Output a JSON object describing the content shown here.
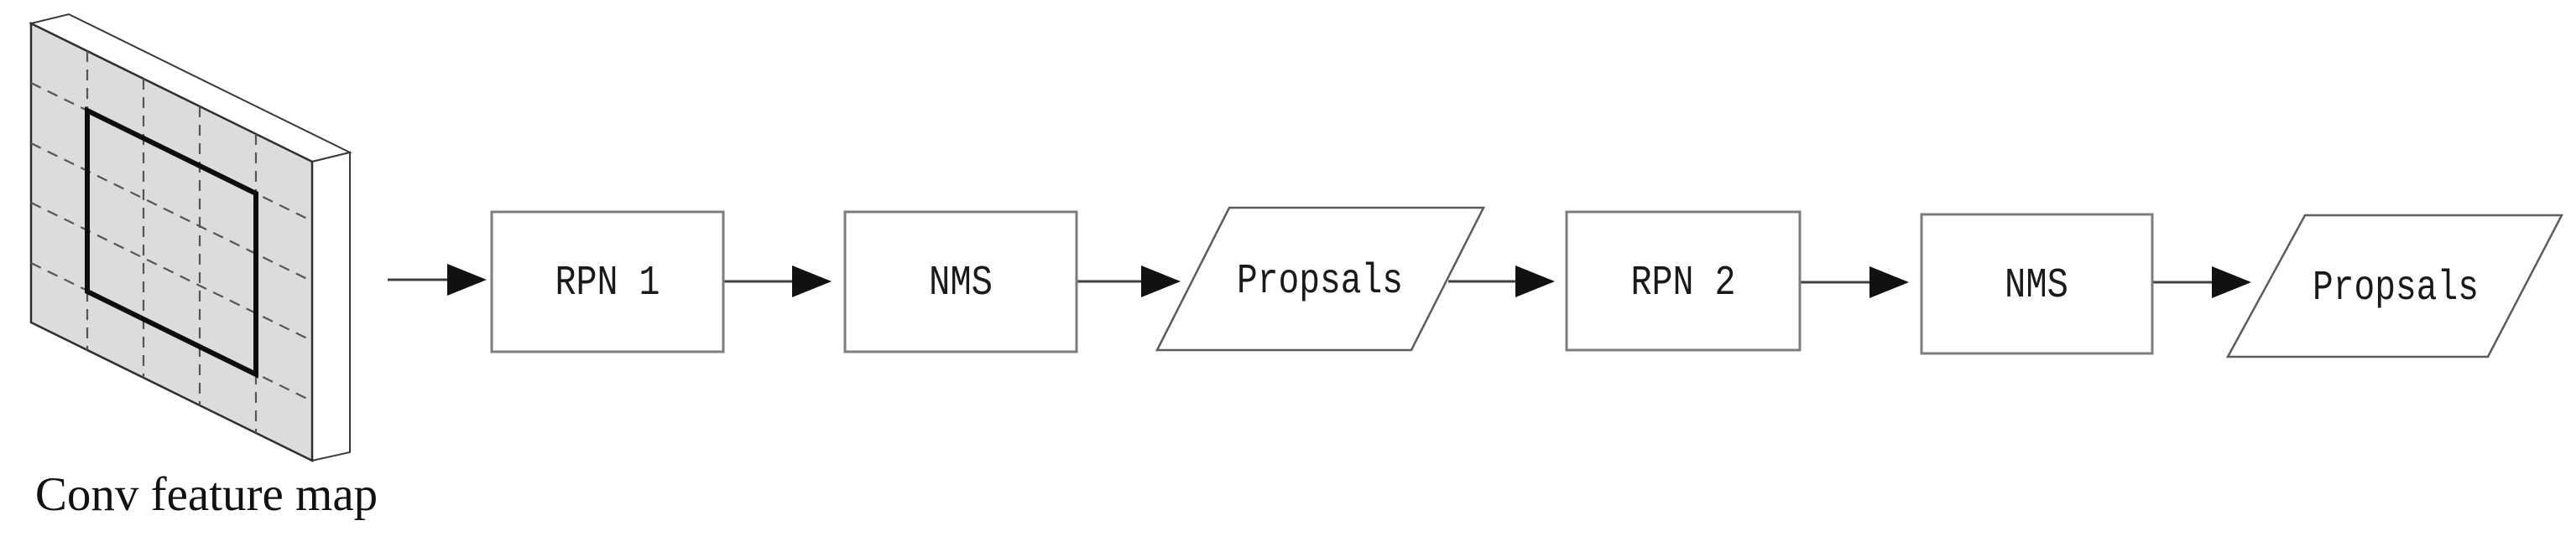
{
  "figure": {
    "type": "flow-diagram",
    "feature_map": {
      "label": "Conv feature map",
      "grid_rows": 5,
      "grid_cols": 5,
      "has_anchor_window": true
    },
    "nodes": [
      {
        "id": "rpn-1",
        "shape": "rectangle",
        "label": "RPN 1"
      },
      {
        "id": "nms-1",
        "shape": "rectangle",
        "label": "NMS"
      },
      {
        "id": "proposals-1",
        "shape": "parallelogram",
        "label": "Propsals"
      },
      {
        "id": "rpn-2",
        "shape": "rectangle",
        "label": "RPN 2"
      },
      {
        "id": "nms-2",
        "shape": "rectangle",
        "label": "NMS"
      },
      {
        "id": "proposals-2",
        "shape": "parallelogram",
        "label": "Propsals"
      }
    ],
    "connections": [
      {
        "from": "conv-feature-map",
        "to": "rpn-1"
      },
      {
        "from": "rpn-1",
        "to": "nms-1"
      },
      {
        "from": "nms-1",
        "to": "proposals-1"
      },
      {
        "from": "proposals-1",
        "to": "rpn-2"
      },
      {
        "from": "rpn-2",
        "to": "nms-2"
      },
      {
        "from": "nms-2",
        "to": "proposals-2"
      }
    ],
    "colors": {
      "background": "#ffffff",
      "feature_map_fill": "#dcdcdc",
      "feature_map_outline": "#2e2e2e",
      "grid_dash": "#555555",
      "anchor_box": "#0d0d0d",
      "process_box_border": "#7d7d7d",
      "parallelogram_border": "#5c5c5c",
      "shape_fill": "#ffffff",
      "arrow_line": "#3f3f3f",
      "arrowhead": "#111111",
      "text": "#1a1a1a"
    }
  }
}
